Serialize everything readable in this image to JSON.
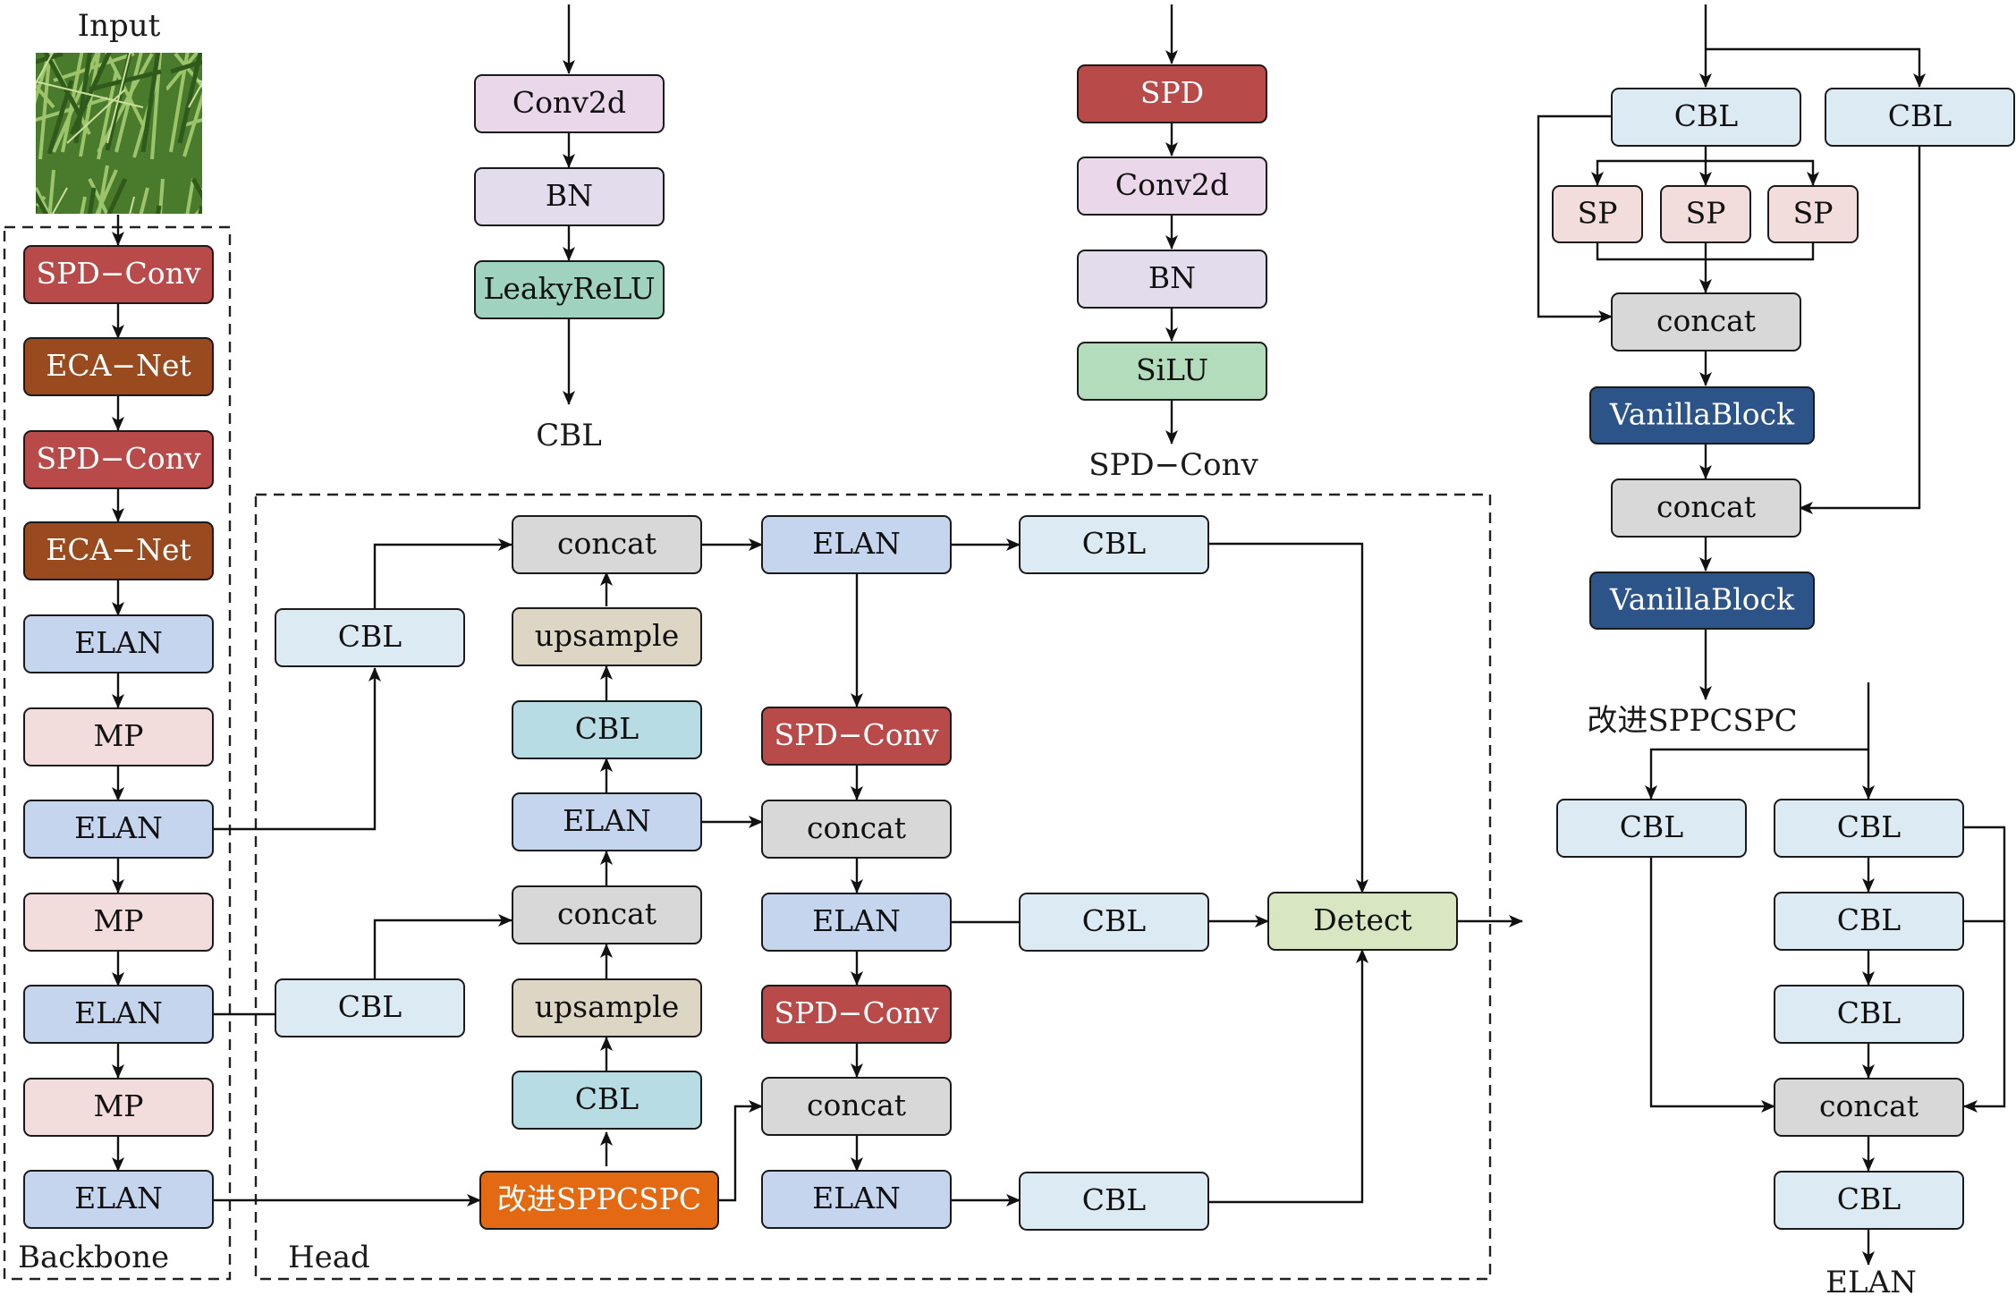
{
  "labels": {
    "input": "Input",
    "backbone": "Backbone",
    "head": "Head",
    "cbl_caption": "CBL",
    "spdconv_caption": "SPD−Conv",
    "sppcspc_caption": "改进SPPCSPC",
    "elan_caption": "ELAN"
  },
  "colors": {
    "spd": "#b84a4a",
    "eca": "#9a4a1f",
    "elan": "#c6d5ee",
    "mp": "#f2dcdc",
    "cbl": "#dcebf3",
    "cbl_teal": "#b8dce3",
    "concat": "#d8d8d8",
    "upsample": "#ddd6c4",
    "conv2d": "#ead7ea",
    "bn": "#e3dced",
    "leaky": "#9fd3c0",
    "silu": "#b2dcbb",
    "detect": "#d9e6c2",
    "sppcspc": "#e36a12",
    "sp": "#f2dcdc",
    "vanilla": "#2c5488"
  },
  "nodes": {
    "bb_spdconv1": "SPD−Conv",
    "bb_eca1": "ECA−Net",
    "bb_spdconv2": "SPD−Conv",
    "bb_eca2": "ECA−Net",
    "bb_elan1": "ELAN",
    "bb_mp1": "MP",
    "bb_elan2": "ELAN",
    "bb_mp2": "MP",
    "bb_elan3": "ELAN",
    "bb_mp3": "MP",
    "bb_elan4": "ELAN",
    "cbl_conv2d": "Conv2d",
    "cbl_bn": "BN",
    "cbl_leaky": "LeakyReLU",
    "spd_spd": "SPD",
    "spd_conv2d": "Conv2d",
    "spd_bn": "BN",
    "spd_silu": "SiLU",
    "hd_cbl_side1": "CBL",
    "hd_cbl_side2": "CBL",
    "hd_concat1": "concat",
    "hd_upsample1": "upsample",
    "hd_cbl1": "CBL",
    "hd_elan1": "ELAN",
    "hd_concat2": "concat",
    "hd_upsample2": "upsample",
    "hd_cbl2": "CBL",
    "hd_sppcspc": "改进SPPCSPC",
    "hd_elan_top": "ELAN",
    "hd_spdconv1": "SPD−Conv",
    "hd_concat3": "concat",
    "hd_elan_mid": "ELAN",
    "hd_spdconv2": "SPD−Conv",
    "hd_concat4": "concat",
    "hd_elan_bot": "ELAN",
    "hd_cbl_out1": "CBL",
    "hd_cbl_out2": "CBL",
    "hd_cbl_out3": "CBL",
    "hd_detect": "Detect",
    "sp_cbl_a": "CBL",
    "sp_cbl_b": "CBL",
    "sp_sp1": "SP",
    "sp_sp2": "SP",
    "sp_sp3": "SP",
    "sp_concat1": "concat",
    "sp_vanilla1": "VanillaBlock",
    "sp_concat2": "concat",
    "sp_vanilla2": "VanillaBlock",
    "el_cbl_a": "CBL",
    "el_cbl_b": "CBL",
    "el_cbl_c": "CBL",
    "el_cbl_d": "CBL",
    "el_concat": "concat",
    "el_cbl_out": "CBL"
  }
}
